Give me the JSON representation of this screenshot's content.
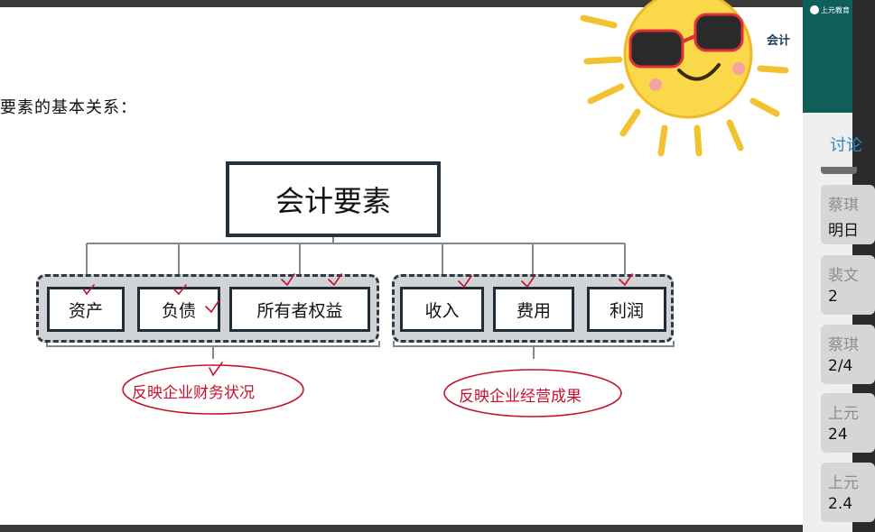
{
  "slide": {
    "heading": "要素的基本关系：",
    "root": "会计要素",
    "side_label": "会计",
    "group_left": [
      "资产",
      "负债",
      "所有者权益"
    ],
    "group_right": [
      "收入",
      "费用",
      "利润"
    ],
    "note_left": "反映企业财务状况",
    "note_right": "反映企业经营成果"
  },
  "chat_panel": {
    "logo": "上元教育",
    "title": "讨论",
    "messages": [
      {
        "name": "蔡琪",
        "text": "明日"
      },
      {
        "name": "裴文",
        "text": "2"
      },
      {
        "name": "蔡琪",
        "text": "2/4"
      },
      {
        "name": "上元",
        "text": "24"
      },
      {
        "name": "上元",
        "text": "2.4"
      }
    ]
  },
  "colors": {
    "box_border": "#1f2c35",
    "group_fill": "#d2d3d7",
    "annotation": "#c8102e",
    "accent": "#2e86c9"
  },
  "icons": [
    "sun-sticker-icon"
  ]
}
